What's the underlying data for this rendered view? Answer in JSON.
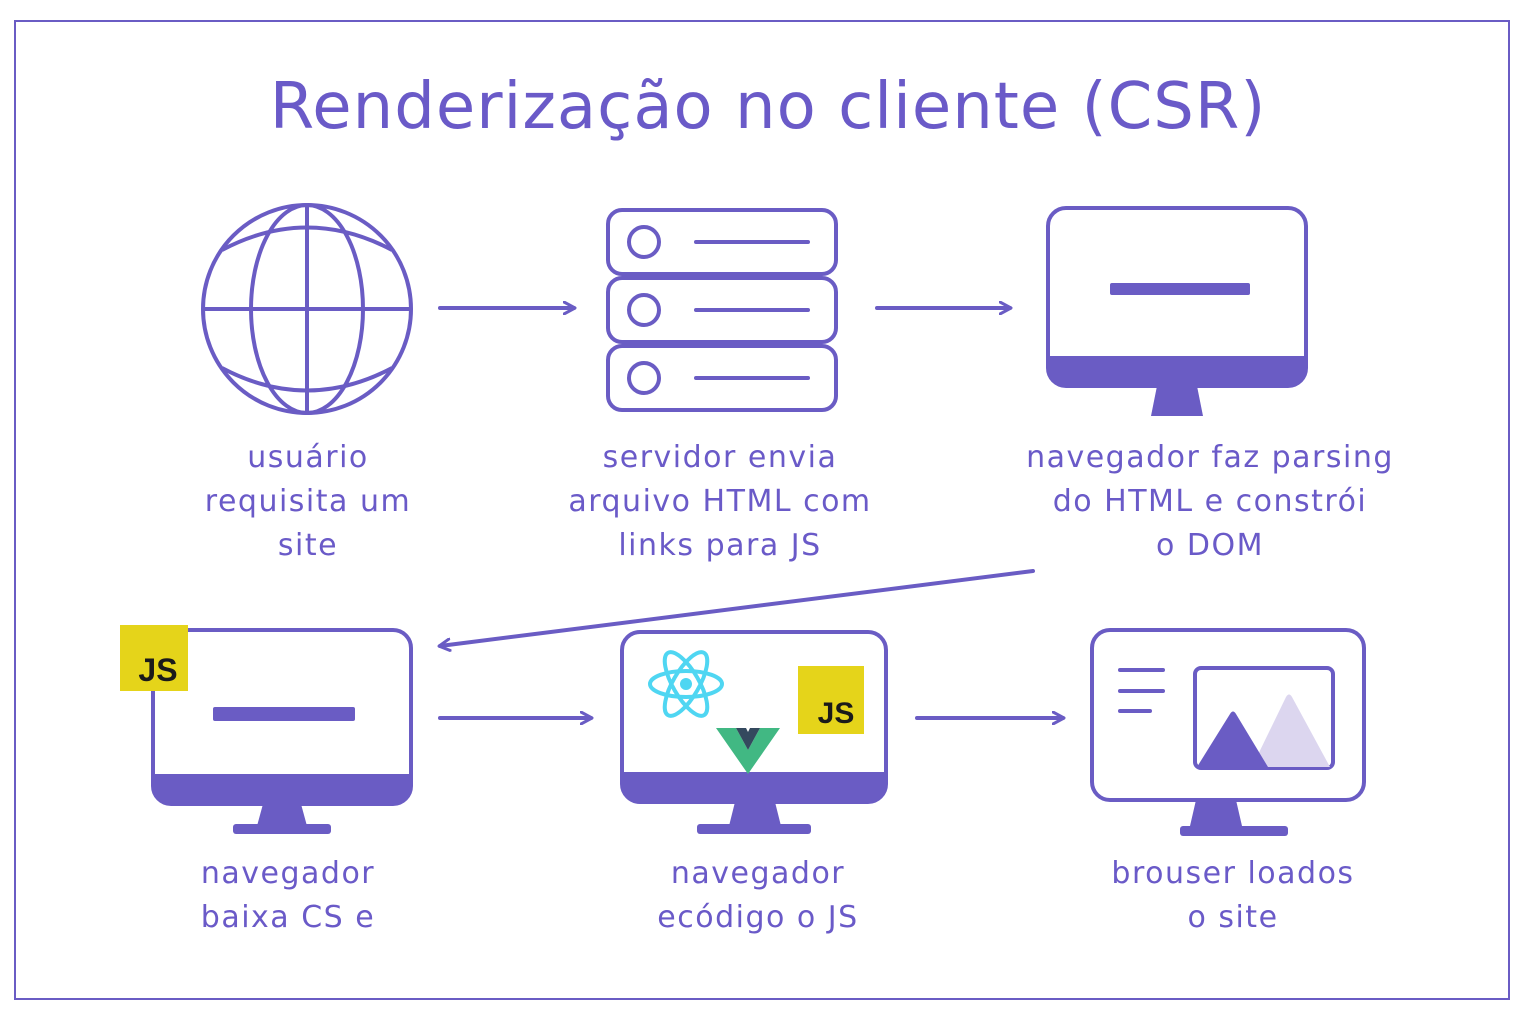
{
  "title": "Renderização no cliente (CSR)",
  "colors": {
    "primary": "#6a5cc4",
    "js_yellow": "#e5d41a",
    "react_cyan": "#4fd6f2",
    "vue_green": "#41b883",
    "vue_dark": "#34495e",
    "mountain_light": "#dcd6ef"
  },
  "steps": [
    {
      "icon": "globe-icon",
      "caption": [
        "usuário",
        "requisita  um",
        "site"
      ]
    },
    {
      "icon": "server-icon",
      "caption": [
        "servidor envia",
        "arquivo HTML com",
        "links para JS"
      ]
    },
    {
      "icon": "monitor-icon",
      "caption": [
        "navegador faz parsing",
        "do HTML e constrói",
        "o DOM"
      ]
    },
    {
      "icon": "monitor-js-icon",
      "badge": "JS",
      "caption": [
        "navegador",
        "baixa CS e"
      ]
    },
    {
      "icon": "monitor-frameworks-icon",
      "badge": "JS",
      "caption": [
        "navegador",
        "ecódigo o JS"
      ]
    },
    {
      "icon": "monitor-site-icon",
      "caption": [
        "brouser loados",
        "o site"
      ]
    }
  ]
}
